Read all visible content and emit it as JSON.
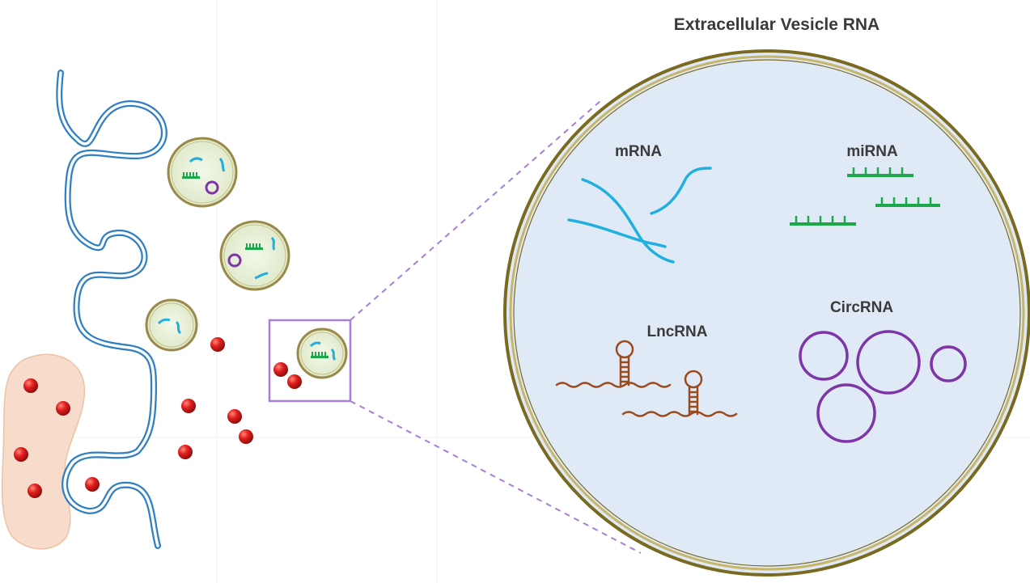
{
  "title": "Extracellular Vesicle RNA",
  "labels": {
    "mrna": "mRNA",
    "mirna": "miRNA",
    "lncrna": "LncRNA",
    "circrna": "CircRNA"
  },
  "colors": {
    "membrane": "#2f7fc1",
    "vesicle_fill": "#e7efd7",
    "vesicle_border": "#9a8a4a",
    "zoom_fill": "#dfeaf6",
    "zoom_border": "#7a6a20",
    "mrna": "#1fb0e0",
    "mirna": "#1aa84a",
    "lncrna": "#9a4a1c",
    "circrna": "#7d35a8",
    "particle": "#d81e1e",
    "zoom_box": "#a77fd6",
    "cell_blob": "#f7d9c6"
  }
}
